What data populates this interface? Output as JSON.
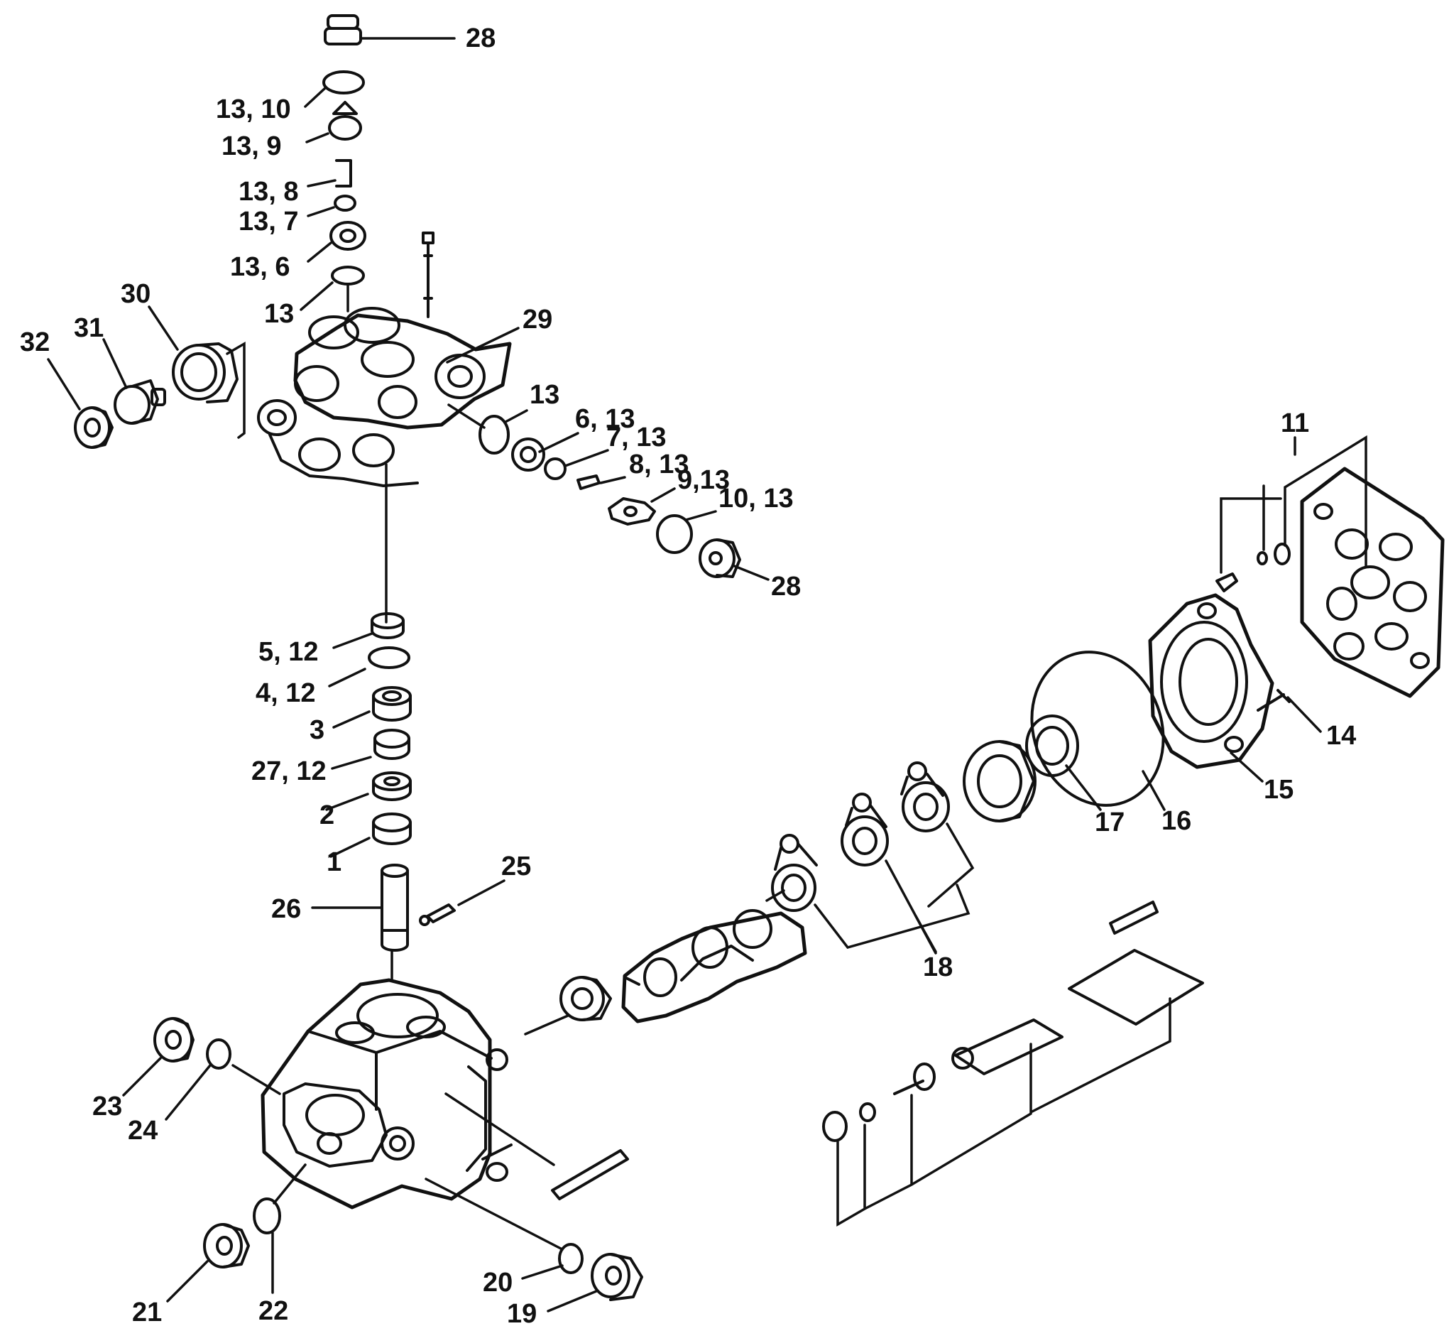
{
  "callouts": [
    {
      "id": "c28-top",
      "text": "28"
    },
    {
      "id": "c13-10",
      "text": "13, 10"
    },
    {
      "id": "c13-9",
      "text": "13, 9"
    },
    {
      "id": "c13-8",
      "text": "13, 8"
    },
    {
      "id": "c13-7",
      "text": "13, 7"
    },
    {
      "id": "c13-6",
      "text": "13, 6"
    },
    {
      "id": "c13-top",
      "text": "13"
    },
    {
      "id": "c30",
      "text": "30"
    },
    {
      "id": "c31",
      "text": "31"
    },
    {
      "id": "c32",
      "text": "32"
    },
    {
      "id": "c29",
      "text": "29"
    },
    {
      "id": "c13-right",
      "text": "13"
    },
    {
      "id": "c6-13",
      "text": "6, 13"
    },
    {
      "id": "c7-13",
      "text": "7, 13"
    },
    {
      "id": "c8-13",
      "text": "8, 13"
    },
    {
      "id": "c9-13",
      "text": "9,13"
    },
    {
      "id": "c10-13",
      "text": "10, 13"
    },
    {
      "id": "c28-right",
      "text": "28"
    },
    {
      "id": "c11",
      "text": "11"
    },
    {
      "id": "c14",
      "text": "14"
    },
    {
      "id": "c15",
      "text": "15"
    },
    {
      "id": "c16",
      "text": "16"
    },
    {
      "id": "c17",
      "text": "17"
    },
    {
      "id": "c18",
      "text": "18"
    },
    {
      "id": "c5-12",
      "text": "5, 12"
    },
    {
      "id": "c4-12",
      "text": "4, 12"
    },
    {
      "id": "c3",
      "text": "3"
    },
    {
      "id": "c27-12",
      "text": "27, 12"
    },
    {
      "id": "c2",
      "text": "2"
    },
    {
      "id": "c1",
      "text": "1"
    },
    {
      "id": "c25",
      "text": "25"
    },
    {
      "id": "c26",
      "text": "26"
    },
    {
      "id": "c23",
      "text": "23"
    },
    {
      "id": "c24",
      "text": "24"
    },
    {
      "id": "c21",
      "text": "21"
    },
    {
      "id": "c22",
      "text": "22"
    },
    {
      "id": "c20",
      "text": "20"
    },
    {
      "id": "c19",
      "text": "19"
    }
  ]
}
